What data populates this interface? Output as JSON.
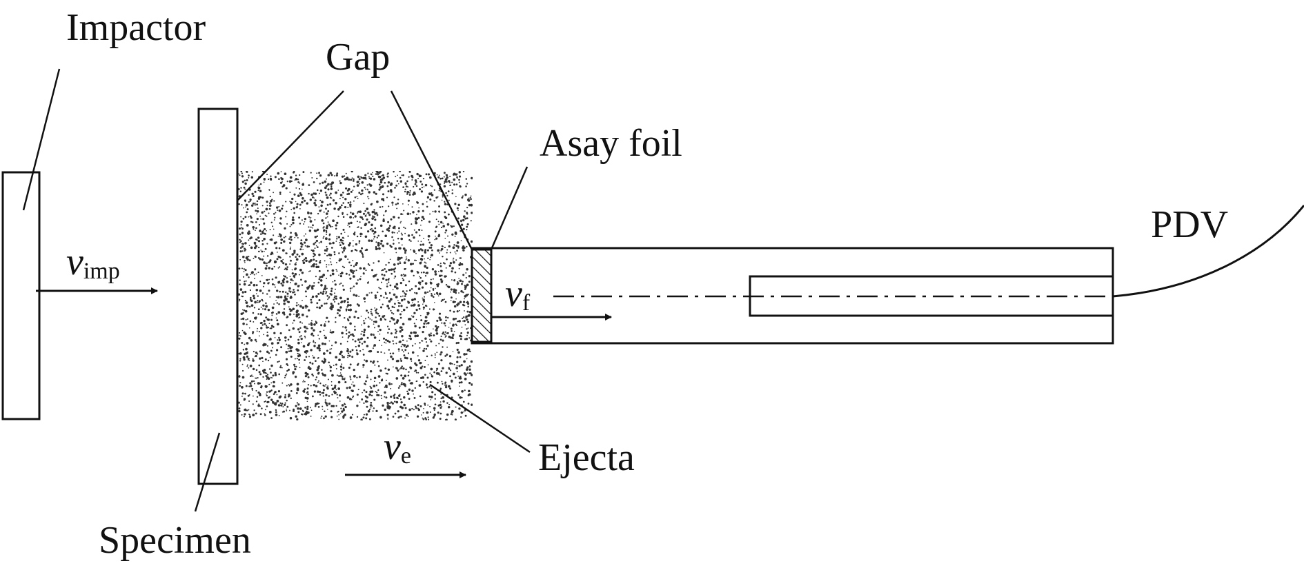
{
  "labels": {
    "impactor": "Impactor",
    "gap": "Gap",
    "asay_foil": "Asay foil",
    "pdv": "PDV",
    "ejecta": "Ejecta",
    "specimen": "Specimen"
  },
  "velocities": {
    "impactor": {
      "symbol": "v",
      "subscript": "imp"
    },
    "foil": {
      "symbol": "v",
      "subscript": "f"
    },
    "ejecta": {
      "symbol": "v",
      "subscript": "e"
    }
  },
  "colors": {
    "line": "#111111",
    "background": "#ffffff",
    "particles": "#333333"
  }
}
